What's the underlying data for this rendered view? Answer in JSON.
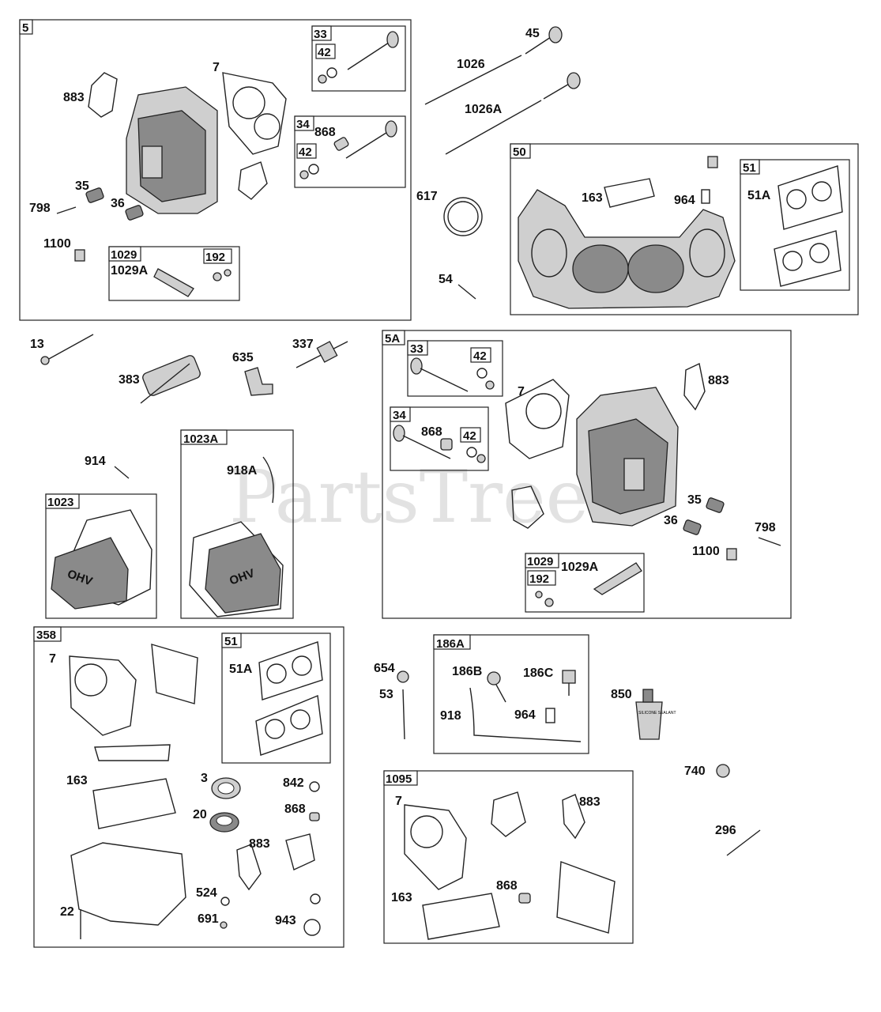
{
  "watermark": "PartsTree",
  "groups": {
    "g5": "5",
    "g33": "33",
    "g42a": "42",
    "g34": "34",
    "g42b": "42",
    "g1029": "1029",
    "g192": "192",
    "g50": "50",
    "g51": "51",
    "g5A": "5A",
    "g33b": "33",
    "g42c": "42",
    "g34b": "34",
    "g42d": "42",
    "g1029b": "1029",
    "g192b": "192",
    "g1023A": "1023A",
    "g1023": "1023",
    "g358": "358",
    "g51b": "51",
    "g186A": "186A",
    "g1095": "1095"
  },
  "labels": {
    "p883a": "883",
    "p7a": "7",
    "p868a": "868",
    "p35a": "35",
    "p798a": "798",
    "p36a": "36",
    "p1100a": "1100",
    "p1029Aa": "1029A",
    "p45": "45",
    "p1026": "1026",
    "p1026A": "1026A",
    "p617": "617",
    "p54": "54",
    "p163a": "163",
    "p964a": "964",
    "p51Aa": "51A",
    "p13": "13",
    "p337": "337",
    "p635": "635",
    "p383": "383",
    "p914": "914",
    "p918A": "918A",
    "p7b": "7",
    "p883b": "883",
    "p868b": "868",
    "p35b": "35",
    "p36b": "36",
    "p798b": "798",
    "p1100b": "1100",
    "p1029Ab": "1029A",
    "p7c": "7",
    "p51Ab": "51A",
    "p163b": "163",
    "p3": "3",
    "p842": "842",
    "p20": "20",
    "p868c": "868",
    "p883c": "883",
    "p22": "22",
    "p524": "524",
    "p691": "691",
    "p943": "943",
    "p654": "654",
    "p53": "53",
    "p186B": "186B",
    "p186C": "186C",
    "p918": "918",
    "p964b": "964",
    "p850": "850",
    "p740": "740",
    "p296": "296",
    "p7d": "7",
    "p883d": "883",
    "p868d": "868",
    "p163c": "163",
    "ohv1": "OHV",
    "ohv2": "OHV",
    "sealant": "SILICONE SEALANT"
  }
}
